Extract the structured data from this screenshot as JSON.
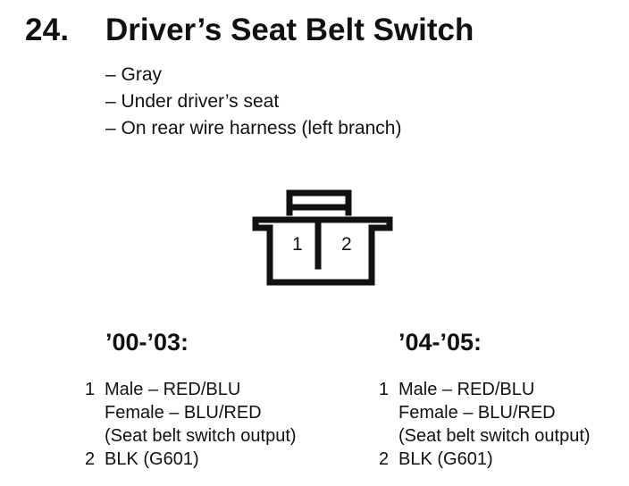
{
  "title": {
    "number": "24.",
    "text": "Driver’s Seat Belt Switch"
  },
  "notes": [
    "– Gray",
    "– Under driver’s seat",
    "– On rear wire harness (left branch)"
  ],
  "connector": {
    "pins": [
      "1",
      "2"
    ]
  },
  "columns": [
    {
      "heading": "’00-’03:",
      "pins": [
        {
          "num": "1",
          "lines": [
            "Male – RED/BLU",
            "Female – BLU/RED",
            "(Seat belt switch output)"
          ]
        },
        {
          "num": "2",
          "lines": [
            "BLK (G601)"
          ]
        }
      ]
    },
    {
      "heading": "’04-’05:",
      "pins": [
        {
          "num": "1",
          "lines": [
            "Male – RED/BLU",
            "Female – BLU/RED",
            "(Seat belt switch output)"
          ]
        },
        {
          "num": "2",
          "lines": [
            "BLK (G601)"
          ]
        }
      ]
    }
  ]
}
